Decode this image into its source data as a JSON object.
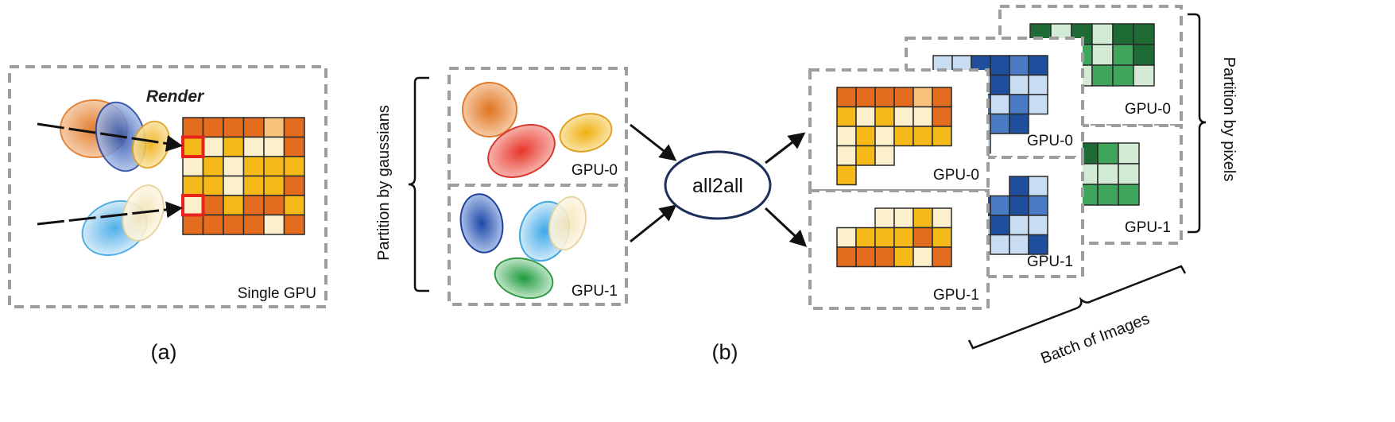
{
  "panel_a": {
    "render_label": "Render",
    "gpu_label": "Single GPU",
    "caption": "(a)"
  },
  "panel_b": {
    "side_label": "Partition by gaussians",
    "gpu0_label": "GPU-0",
    "gpu1_label": "GPU-1",
    "op_label": "all2all",
    "caption": "(b)"
  },
  "output": {
    "orange_gpu0": "GPU-0",
    "orange_gpu1": "GPU-1",
    "blue_gpu0": "GPU-0",
    "blue_gpu1": "GPU-1",
    "green_gpu0": "GPU-0",
    "green_gpu1": "GPU-1",
    "right_label": "Partition by pixels",
    "bottom_label": "Batch of Images"
  },
  "colors": {
    "orange": "#E46C1E",
    "yellow": "#F5B919",
    "cream": "#FCF0CC",
    "light_orange": "#F9C27A",
    "blue_dark": "#1F4E9C",
    "blue_mid": "#4A7BC4",
    "blue_light": "#C9DDF2",
    "green_dark": "#1E6B35",
    "green_mid": "#3EA55A",
    "green_light": "#D3EAD4",
    "border_dash": "#9E9E9E",
    "highlight": "#E8231C"
  }
}
